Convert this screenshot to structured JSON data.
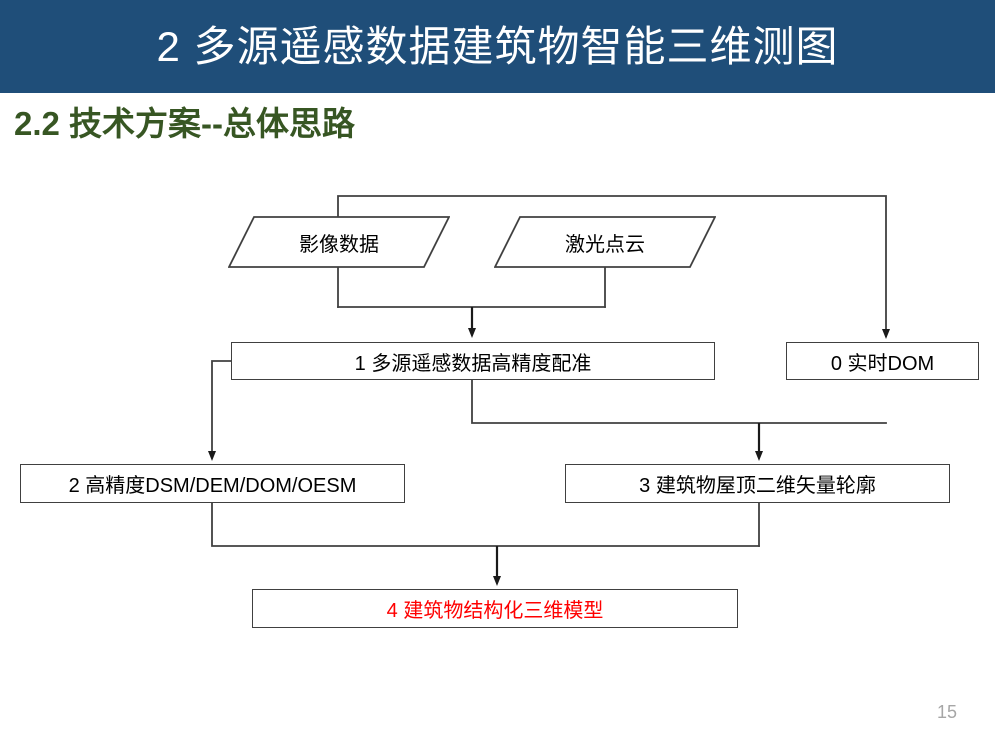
{
  "slide": {
    "header": {
      "title": "2  多源遥感数据建筑物智能三维测图",
      "background_color": "#1F4E79",
      "text_color": "#FFFFFF"
    },
    "section": {
      "title": "2.2  技术方案--总体思路",
      "text_color": "#375623"
    },
    "page_number": "15",
    "page_number_color": "#A6A6A6"
  },
  "flowchart": {
    "type": "flowchart",
    "line_color": "#404040",
    "inputs": [
      {
        "id": "input-image",
        "label": "影像数据",
        "shape": "parallelogram"
      },
      {
        "id": "input-lidar",
        "label": "激光点云",
        "shape": "parallelogram"
      }
    ],
    "nodes": [
      {
        "id": "node-1",
        "label": "1 多源遥感数据高精度配准",
        "shape": "rectangle",
        "text_color": "#000000"
      },
      {
        "id": "node-0",
        "label": "0 实时DOM",
        "shape": "rectangle",
        "text_color": "#000000"
      },
      {
        "id": "node-2",
        "label": "2 高精度DSM/DEM/DOM/OESM",
        "shape": "rectangle",
        "text_color": "#000000"
      },
      {
        "id": "node-3",
        "label": "3 建筑物屋顶二维矢量轮廓",
        "shape": "rectangle",
        "text_color": "#000000"
      },
      {
        "id": "node-4",
        "label": "4 建筑物结构化三维模型",
        "shape": "rectangle",
        "text_color": "#FF0000"
      }
    ],
    "edges": [
      {
        "from": "input-image",
        "to": "node-1"
      },
      {
        "from": "input-lidar",
        "to": "node-1"
      },
      {
        "from": "input-image",
        "to": "node-0"
      },
      {
        "from": "node-1",
        "to": "node-2"
      },
      {
        "from": "node-1",
        "to": "node-3"
      },
      {
        "from": "node-0",
        "to": "node-3"
      },
      {
        "from": "node-2",
        "to": "node-4"
      },
      {
        "from": "node-3",
        "to": "node-4"
      }
    ]
  }
}
